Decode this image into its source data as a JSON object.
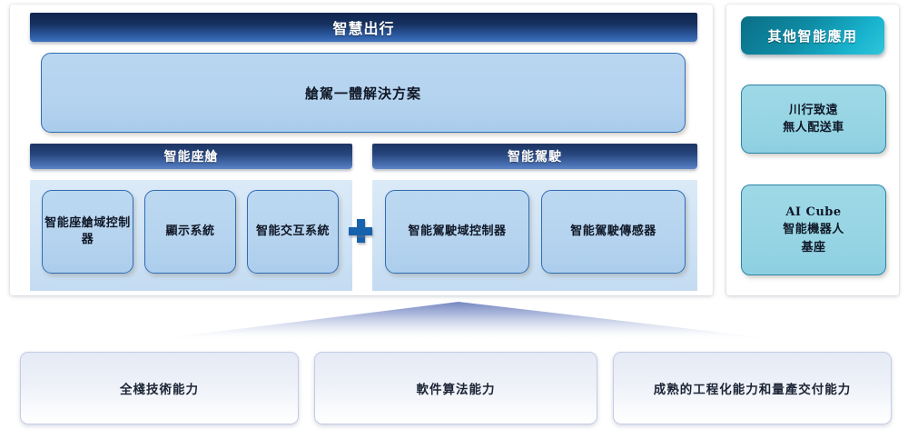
{
  "main_panel": {
    "title": "智慧出行",
    "solution_card": "艙駕一體解決方案",
    "groups": [
      {
        "header": "智能座艙",
        "cards": [
          "智能座艙域控制器",
          "顯示系統",
          "智能交互系統"
        ]
      },
      {
        "header": "智能駕駛",
        "cards": [
          "智能駕駛域控制器",
          "智能駕駛傳感器"
        ]
      }
    ],
    "connector_symbol": "+"
  },
  "side_panel": {
    "title": "其他智能應用",
    "cards": [
      {
        "lines": [
          "川行致遠",
          "無人配送車"
        ]
      },
      {
        "lines": [
          "AI Cube",
          "智能機器人",
          "基座"
        ]
      }
    ]
  },
  "funnel": {
    "icon": "upward-triangle-connector"
  },
  "capabilities": [
    "全棧技術能力",
    "軟件算法能力",
    "成熟的工程化能力和量產交付能力"
  ],
  "colors": {
    "header_dark": "#10264f",
    "header_light": "#3f72bd",
    "subheader_dark": "#1d3562",
    "subheader_light": "#5e85c6",
    "card_fill": "#b6d4ef",
    "card_border": "#2f6cb5",
    "teal_dark": "#0a6f86",
    "teal_light": "#2fc6d8",
    "teal_card_fill": "#97d5e4",
    "teal_card_border": "#2c83a8",
    "band_fill": "#cfe3f5",
    "plus_color": "#1762ad",
    "capbox_fill": "#eef1f8",
    "capbox_border": "#c3cce4",
    "funnel_color": "#7b8cc4"
  }
}
